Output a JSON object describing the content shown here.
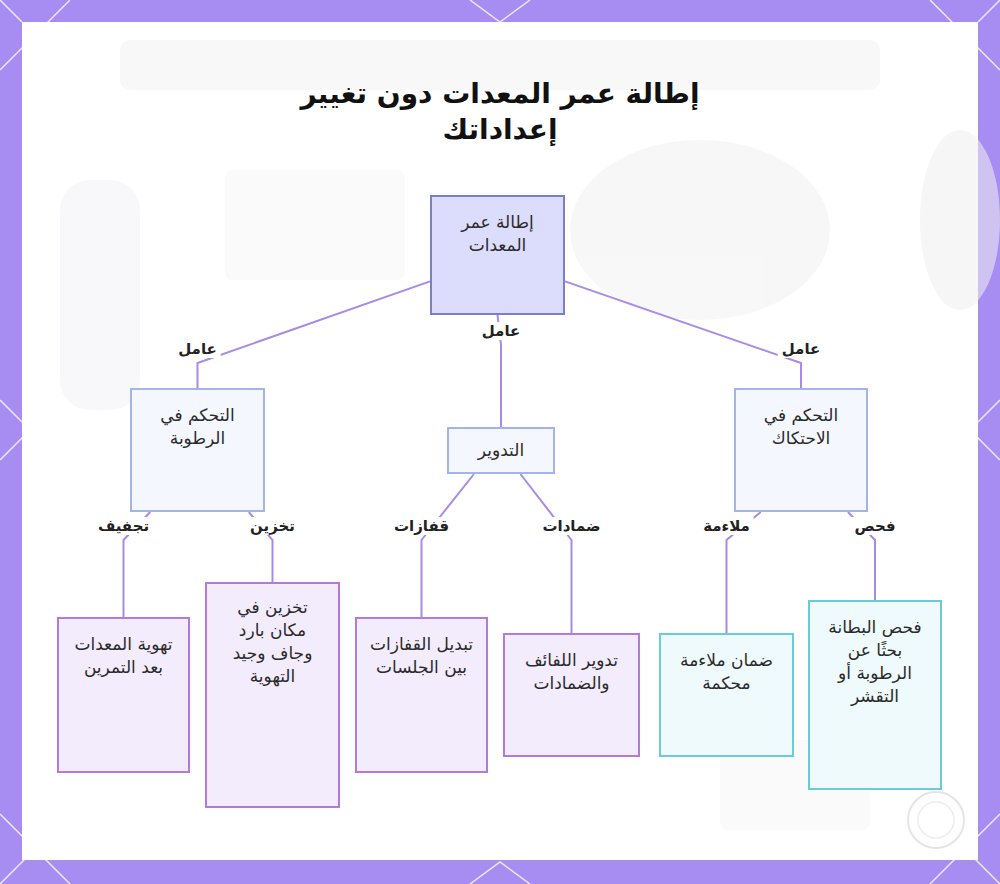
{
  "diagram": {
    "title": "إطالة عمر المعدات دون تغيير إعداداتك",
    "nodes": [
      {
        "text": [
          "إطالة عمر المعدات"
        ]
      },
      {
        "text": [
          "التحكم في الرطوبة"
        ]
      },
      {
        "text": [
          "التدوير"
        ]
      },
      {
        "text": [
          "التحكم في الاحتكاك"
        ]
      },
      {
        "text": [
          "تهوية المعدات بعد التمرين"
        ]
      },
      {
        "text": [
          "تخزين في مكان بارد وجاف وجيد التهوية"
        ]
      },
      {
        "text": [
          "تبديل القفازات بين الجلسات"
        ]
      },
      {
        "text": [
          "تدوير اللفائف والضمادات"
        ]
      },
      {
        "text": [
          "ضمان ملاءمة محكمة"
        ]
      },
      {
        "text": [
          "فحص البطانة بحثًا عن الرطوبة أو التقشر"
        ]
      }
    ],
    "edges": [
      {
        "from": 0,
        "to": 1,
        "label": "عامل",
        "arrow": "none"
      },
      {
        "from": 0,
        "to": 2,
        "label": "عامل",
        "arrow": "none"
      },
      {
        "from": 0,
        "to": 3,
        "label": "عامل",
        "arrow": "none"
      },
      {
        "from": 1,
        "to": 4,
        "label": "تجفيف",
        "arrow": "none"
      },
      {
        "from": 1,
        "to": 5,
        "label": "تخزين",
        "arrow": "none"
      },
      {
        "from": 2,
        "to": 6,
        "label": "قفازات",
        "arrow": "none"
      },
      {
        "from": 2,
        "to": 7,
        "label": "ضمادات",
        "arrow": "none"
      },
      {
        "from": 3,
        "to": 8,
        "label": "ملاءمة",
        "arrow": "none"
      },
      {
        "from": 3,
        "to": 9,
        "label": "فحص",
        "arrow": "none"
      }
    ]
  }
}
